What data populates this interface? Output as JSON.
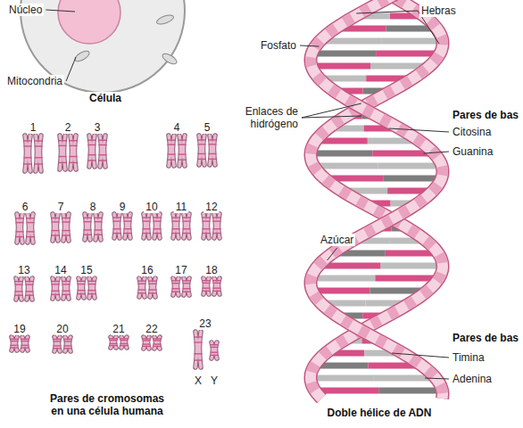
{
  "diagram": {
    "labels": [
      "Núcleo",
      "Mitocondria",
      "Célula",
      "1",
      "2",
      "3",
      "4",
      "5",
      "6",
      "7",
      "8",
      "9",
      "10",
      "11",
      "12",
      "13",
      "14",
      "15",
      "16",
      "17",
      "18",
      "19",
      "20",
      "21",
      "22",
      "23",
      "X",
      "Y",
      "Pares de cromosomas en una célula humana",
      "Hebras",
      "Fosfato",
      "Enlaces de hidrógeno",
      "Pares de bas",
      "Citosina",
      "Guanina",
      "Azúcar",
      "Pares de bas",
      "Timina",
      "Adenina",
      "Doble hélice de ADN"
    ]
  }
}
